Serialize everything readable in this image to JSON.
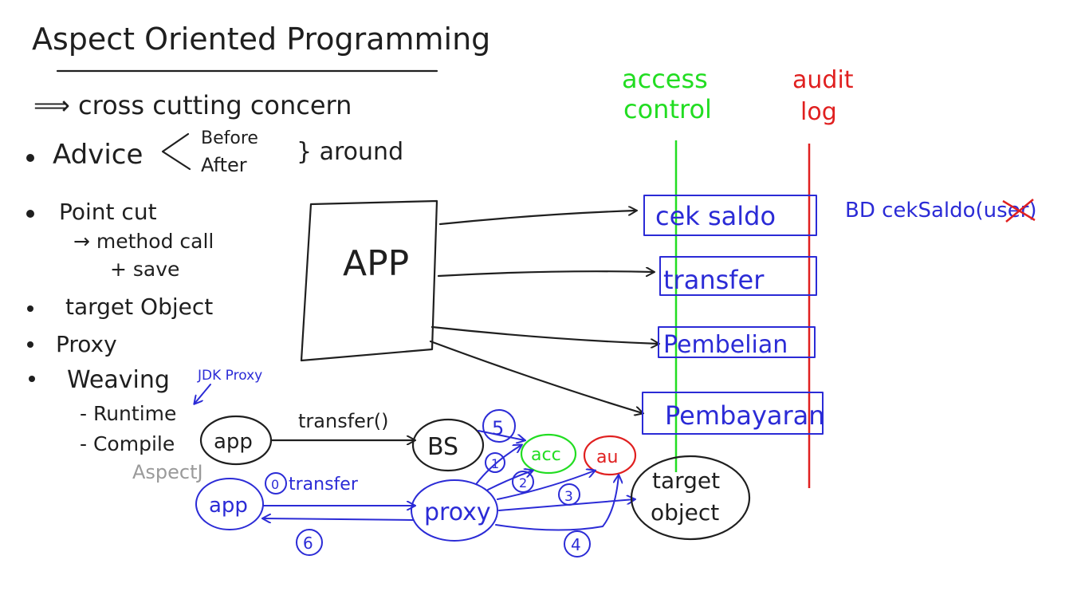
{
  "title": "Aspect Oriented Programming",
  "concepts": {
    "cross_cutting": "⟹ cross cutting concern",
    "advice": "Advice",
    "advice_before": "Before",
    "advice_after": "After",
    "advice_around": "} around",
    "pointcut": "Point cut",
    "pointcut_method_call": "→ method call",
    "pointcut_save": "+ save",
    "target_object": "target Object",
    "proxy": "Proxy",
    "weaving": "Weaving",
    "jdk_proxy": "JDK Proxy",
    "runtime": "- Runtime",
    "compile": "- Compile",
    "aspectj": "AspectJ"
  },
  "columns": {
    "access_control_line1": "access",
    "access_control_line2": "control",
    "audit_log_line1": "audit",
    "audit_log_line2": "log"
  },
  "app_box": "APP",
  "methods": [
    "cek saldo",
    "transfer",
    "Pembelian",
    "Pembayaran"
  ],
  "bs_note": "BD cekSaldo(user)",
  "flow_top": {
    "app": "app",
    "call": "transfer()",
    "bs": "BS",
    "step5": "5",
    "acc": "acc",
    "au": "au"
  },
  "flow_bottom": {
    "app": "app",
    "step0": "0",
    "call": "transfer",
    "proxy": "proxy",
    "step1": "1",
    "step2": "2",
    "step3": "3",
    "step4": "4",
    "step6": "6",
    "target_line1": "target",
    "target_line2": "object"
  },
  "colors": {
    "ink": "#1f1f1f",
    "blue": "#2b2bd6",
    "green": "#22dd22",
    "red": "#e02020",
    "gray": "#9a9a9a"
  }
}
